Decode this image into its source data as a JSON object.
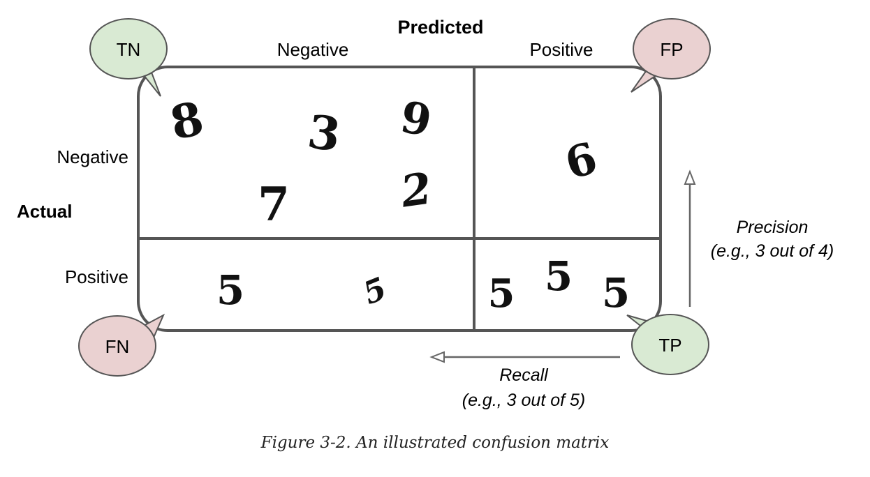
{
  "axes": {
    "predicted_label": "Predicted",
    "actual_label": "Actual",
    "predicted_negative": "Negative",
    "predicted_positive": "Positive",
    "actual_negative": "Negative",
    "actual_positive": "Positive"
  },
  "bubbles": {
    "tn": "TN",
    "fp": "FP",
    "fn": "FN",
    "tp": "TP"
  },
  "cells": {
    "tn_digits": [
      "8",
      "3",
      "9",
      "7",
      "2"
    ],
    "fp_digits": [
      "6"
    ],
    "fn_digits": [
      "5",
      "5"
    ],
    "tp_digits": [
      "5",
      "5",
      "5"
    ]
  },
  "precision": {
    "title": "Precision",
    "example": "(e.g., 3 out of 4)"
  },
  "recall": {
    "title": "Recall",
    "example": "(e.g., 3 out of 5)"
  },
  "caption": "Figure 3-2. An illustrated confusion matrix",
  "colors": {
    "green_bubble": "#d9ead3",
    "red_bubble": "#ead1d1",
    "outline": "#555555",
    "arrow": "#666666"
  }
}
